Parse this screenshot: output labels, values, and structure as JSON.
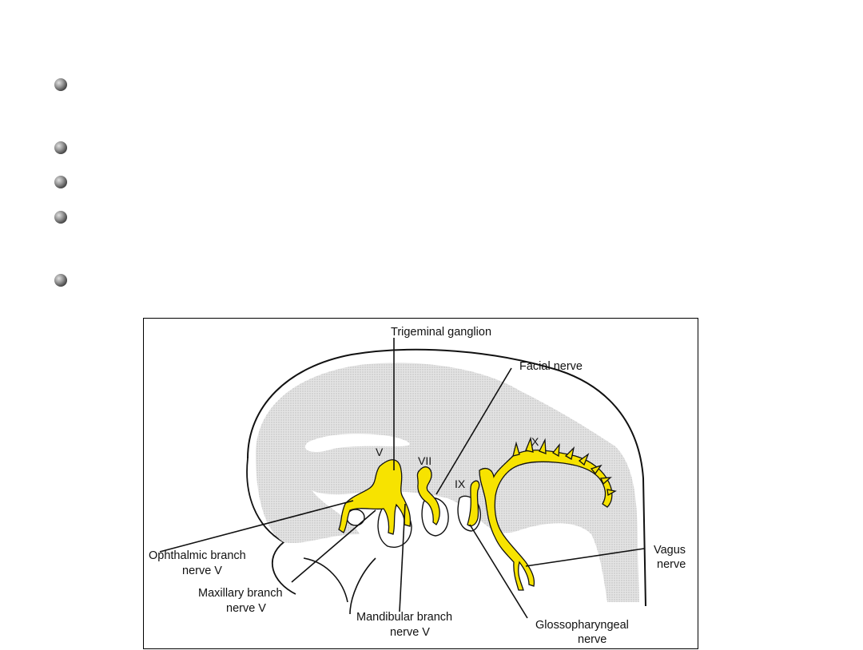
{
  "slide": {
    "bullets": [
      "",
      "",
      "",
      "",
      ""
    ]
  },
  "figure": {
    "labels": {
      "trigeminal_ganglion": "Trigeminal ganglion",
      "facial_nerve": "Facial nerve",
      "ophthalmic_line1": "Ophthalmic branch",
      "ophthalmic_line2": "nerve V",
      "maxillary_line1": "Maxillary branch",
      "maxillary_line2": "nerve V",
      "mandibular_line1": "Mandibular branch",
      "mandibular_line2": "nerve V",
      "glosso_line1": "Glossopharyngeal",
      "glosso_line2": "nerve",
      "vagus_line1": "Vagus",
      "vagus_line2": "nerve"
    },
    "roman": {
      "v": "V",
      "vii": "VII",
      "ix": "IX",
      "x": "X"
    },
    "colors": {
      "nerve": "#f7e300",
      "stipple": "#dedede",
      "outline": "#111111"
    }
  }
}
